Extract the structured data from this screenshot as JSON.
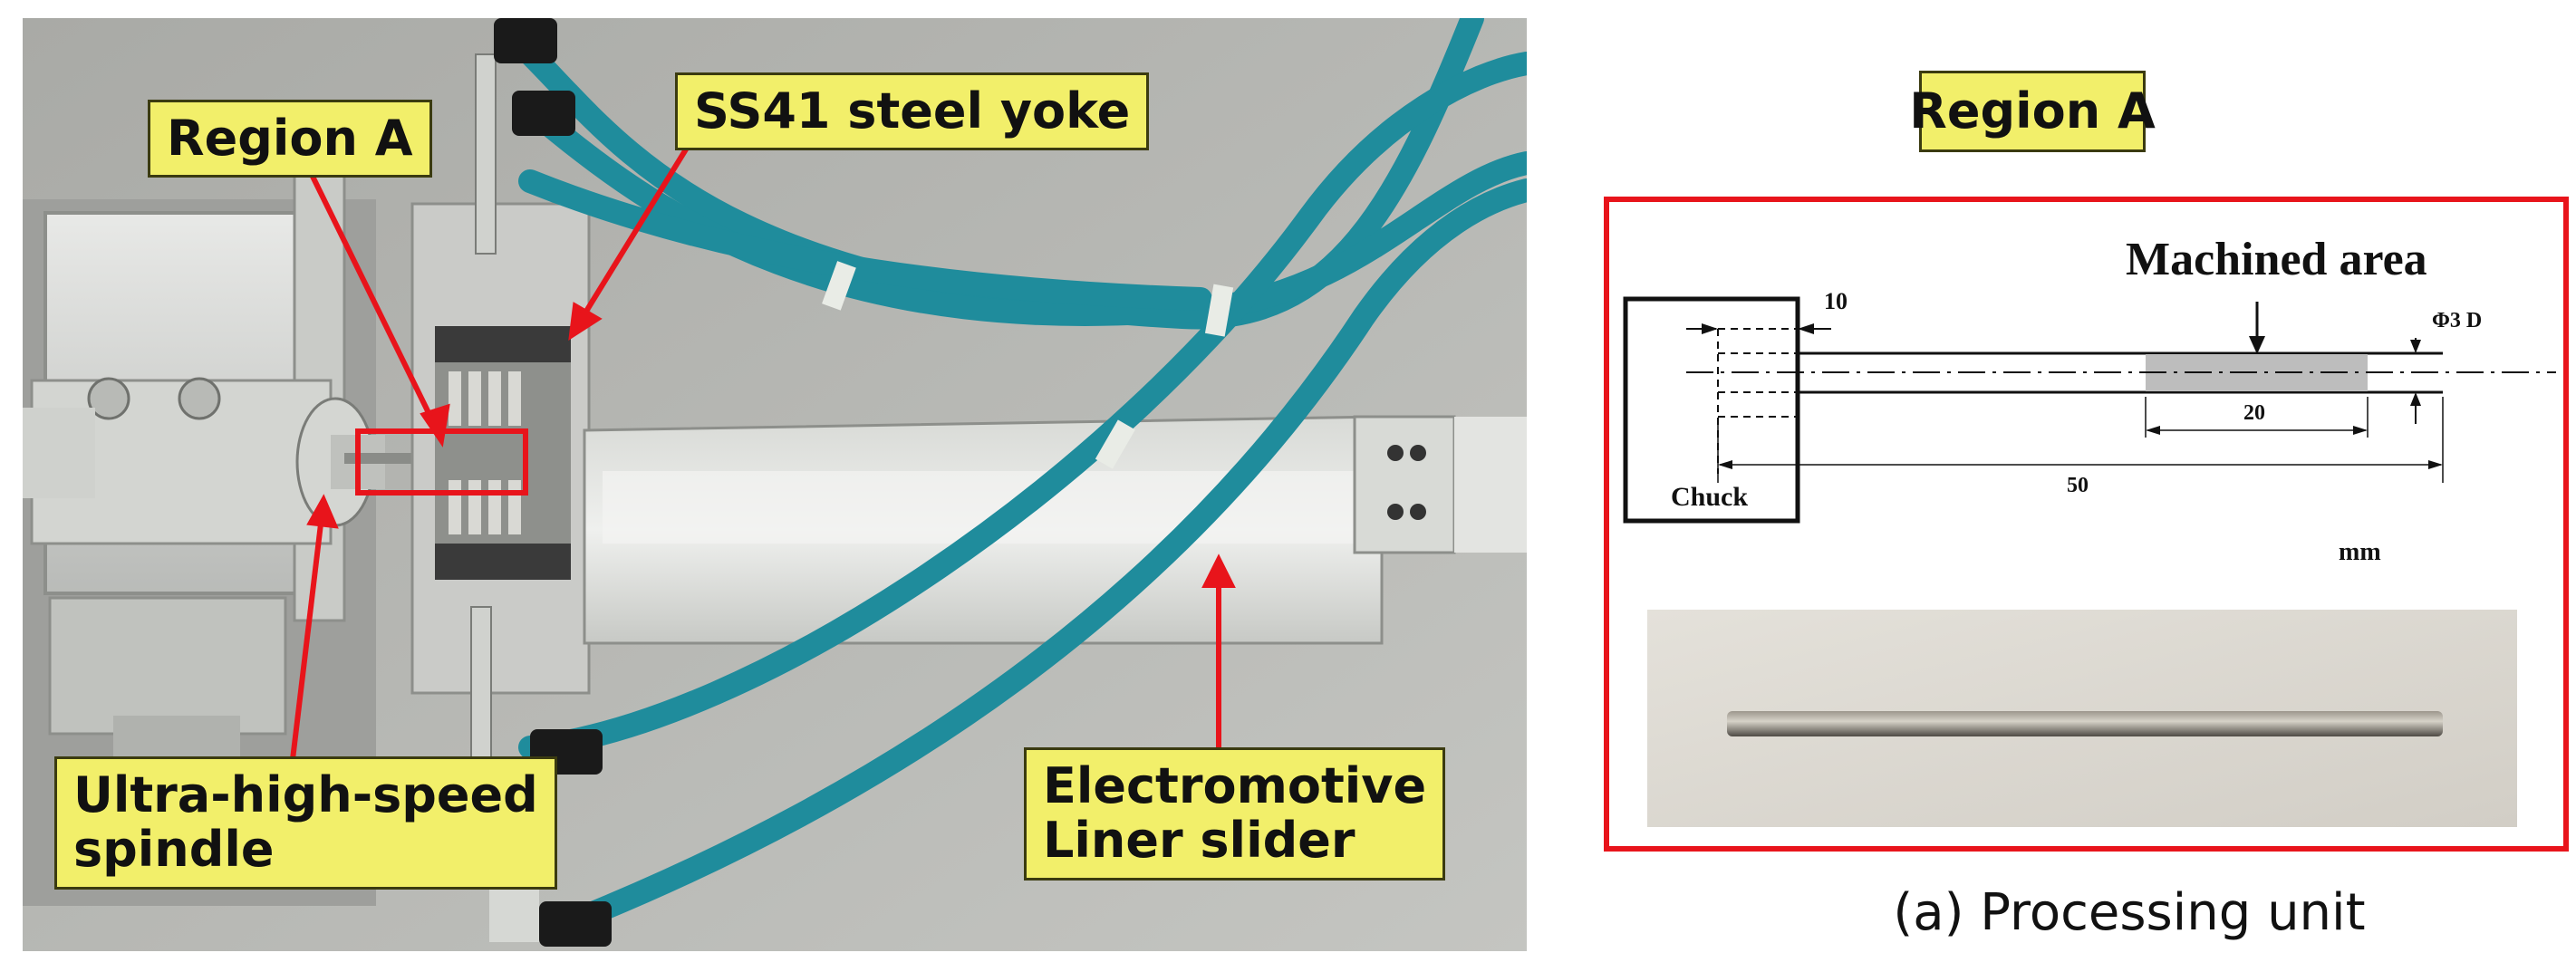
{
  "figure": {
    "photo_labels": {
      "region_a": "Region A",
      "yoke": "SS41 steel yoke",
      "spindle": [
        "Ultra-high-speed",
        "spindle"
      ],
      "slider": [
        "Electromotive",
        "Liner slider"
      ]
    },
    "zoom": {
      "title": "Region A",
      "drawing": {
        "machined_area": "Machined area",
        "chuck": "Chuck",
        "dim_10": "10",
        "dim_20": "20",
        "dim_50": "50",
        "diameter": "Φ3 D",
        "unit": "mm"
      }
    },
    "caption": "(a) Processing unit"
  },
  "colors": {
    "callout_fill": "#f2ef6a",
    "arrow_red": "#e8141b",
    "hose_teal": "#1f8c9c",
    "machined_gray": "#bdbdbd"
  }
}
